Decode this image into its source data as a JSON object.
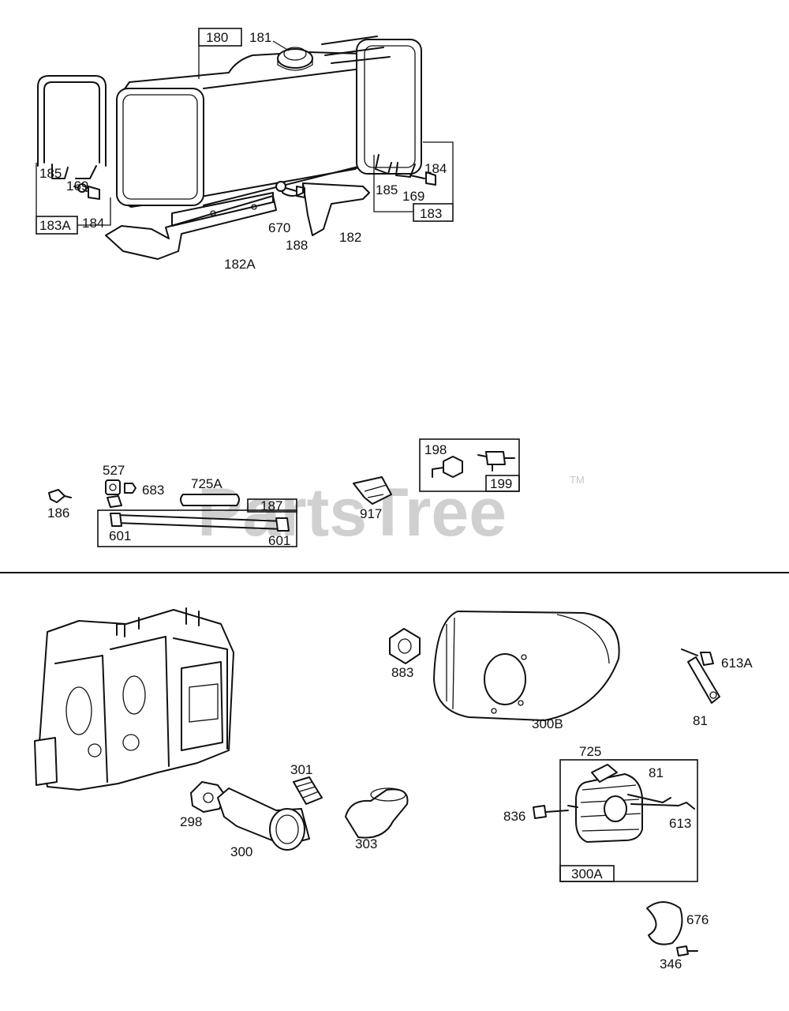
{
  "watermark": {
    "text": "PartsTree",
    "tm": "TM"
  },
  "fuel_tank_group": {
    "labels": [
      "180",
      "181",
      "185",
      "169",
      "184",
      "183A",
      "182A",
      "670",
      "188",
      "182",
      "185",
      "169",
      "184",
      "183"
    ]
  },
  "fuel_line_group": {
    "labels": [
      "527",
      "683",
      "725A",
      "186",
      "187",
      "601",
      "601",
      "917",
      "198",
      "199"
    ]
  },
  "muffler_group": {
    "labels": [
      "883",
      "300B",
      "613A",
      "81",
      "301",
      "298",
      "300",
      "303",
      "725",
      "81",
      "836",
      "613",
      "300A",
      "676",
      "346"
    ]
  }
}
